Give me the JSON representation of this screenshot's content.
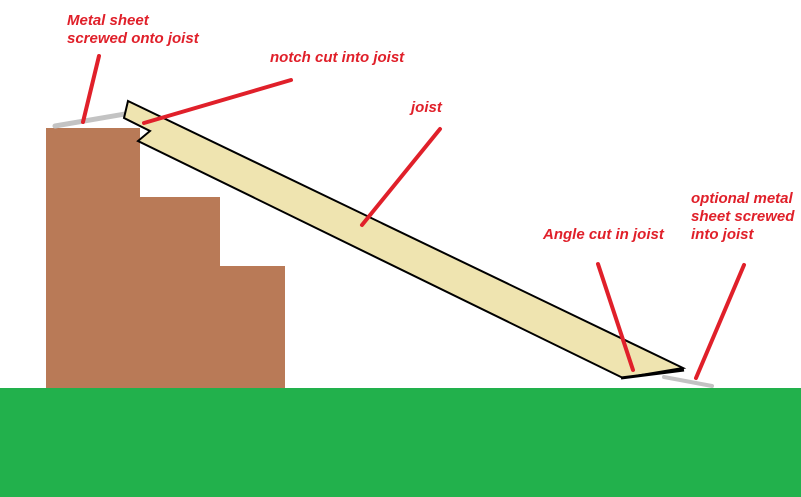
{
  "colors": {
    "grass": "#22b14c",
    "stairs": "#b97a57",
    "joist_fill": "#efe4b0",
    "joist_outline": "#000000",
    "metal_sheet": "#c3c3c3",
    "pointer_lines": "#e0202a",
    "label_text": "#e0202a",
    "background": "#ffffff"
  },
  "labels": {
    "metal_sheet": "Metal sheet\nscrewed onto joist",
    "notch": "notch cut into joist",
    "joist": "joist",
    "angle_cut": "Angle cut in joist",
    "optional_sheet": "optional metal\nsheet screwed\ninto joist"
  }
}
